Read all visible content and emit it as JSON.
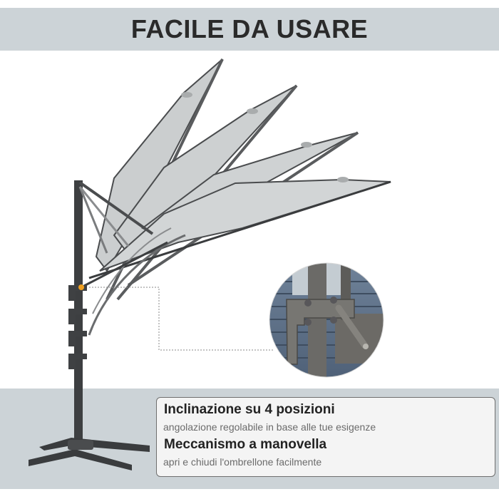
{
  "header": {
    "title": "FACILE DA USARE",
    "band_color": "#ccd3d7",
    "text_color": "#2a2a2a"
  },
  "illustration": {
    "subject": "cantilever-umbrella",
    "tilt_positions_shown": 4,
    "canopy_color": "#c8cbcc",
    "frame_color": "#3d3f41",
    "indicator_dot_color": "#f0a020",
    "detail_inset": "crank-mechanism-closeup"
  },
  "features": [
    {
      "title": "Inclinazione su 4 posizioni",
      "subtitle": "angolazione regolabile in base alle tue esigenze"
    },
    {
      "title": "Meccanismo a manovella",
      "subtitle": "apri e chiudi l'ombrellone facilmente"
    }
  ],
  "footer": {
    "band_color": "#ccd3d7",
    "card_color": "#f4f4f4"
  }
}
